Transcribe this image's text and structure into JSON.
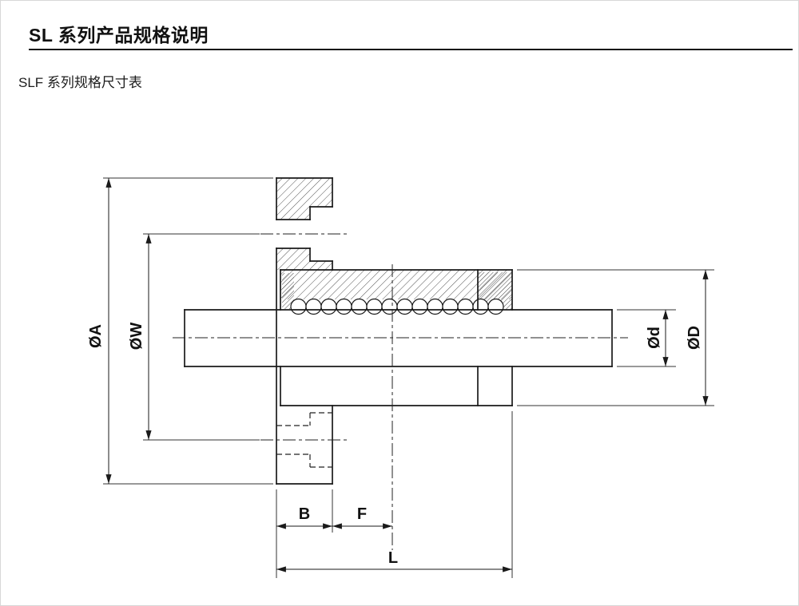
{
  "page": {
    "title": "SL 系列产品规格说明",
    "subtitle": "SLF 系列规格尺寸表"
  },
  "diagram": {
    "labels": {
      "flange_od": "ØA",
      "bolt_circle": "ØW",
      "shaft_d": "Ød",
      "bearing_od": "ØD",
      "flange_width": "B",
      "flange_offset": "F",
      "length": "L"
    }
  }
}
